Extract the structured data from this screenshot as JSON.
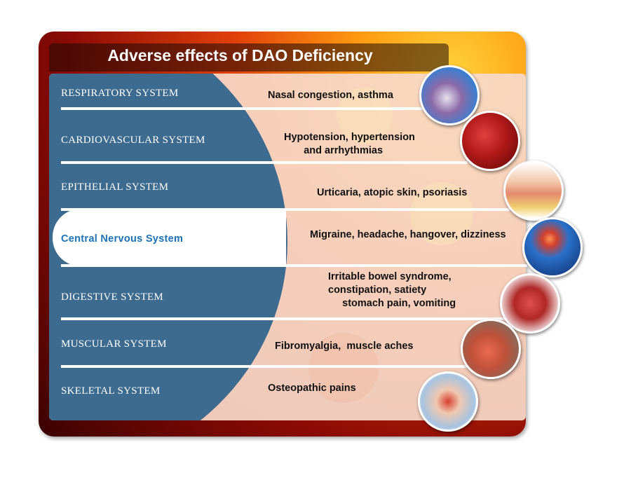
{
  "title": "Adverse effects of DAO Deficiency",
  "rows": [
    {
      "system": "RESPIRATORY SYSTEM",
      "effect": "Nasal congestion, asthma",
      "icon": "lungs-alveoli-icon"
    },
    {
      "system": "CARDIOVASCULAR SYSTEM",
      "effect": "Hypotension, hypertension\n       and arrhythmias",
      "icon": "red-blood-cells-icon"
    },
    {
      "system": "EPITHELIAL SYSTEM",
      "effect": "Urticaria, atopic skin, psoriasis",
      "icon": "skin-layers-icon"
    },
    {
      "system": "Central Nervous System",
      "effect": "Migraine, headache, hangover, dizziness",
      "icon": "brain-headache-icon"
    },
    {
      "system": "DIGESTIVE SYSTEM",
      "effect": "Irritable bowel syndrome,\nconstipation, satiety\n     stomach pain, vomiting",
      "icon": "intestines-icon"
    },
    {
      "system": "MUSCULAR SYSTEM",
      "effect": "Fibromyalgia,  muscle aches",
      "icon": "shoulder-muscle-icon"
    },
    {
      "system": "SKELETAL SYSTEM",
      "effect": "Osteopathic pains",
      "icon": "knee-joint-icon"
    }
  ],
  "colors": {
    "blue": "#3d6a8f",
    "highlight_text": "#1a72b8",
    "panel": "#f6d6c8"
  }
}
